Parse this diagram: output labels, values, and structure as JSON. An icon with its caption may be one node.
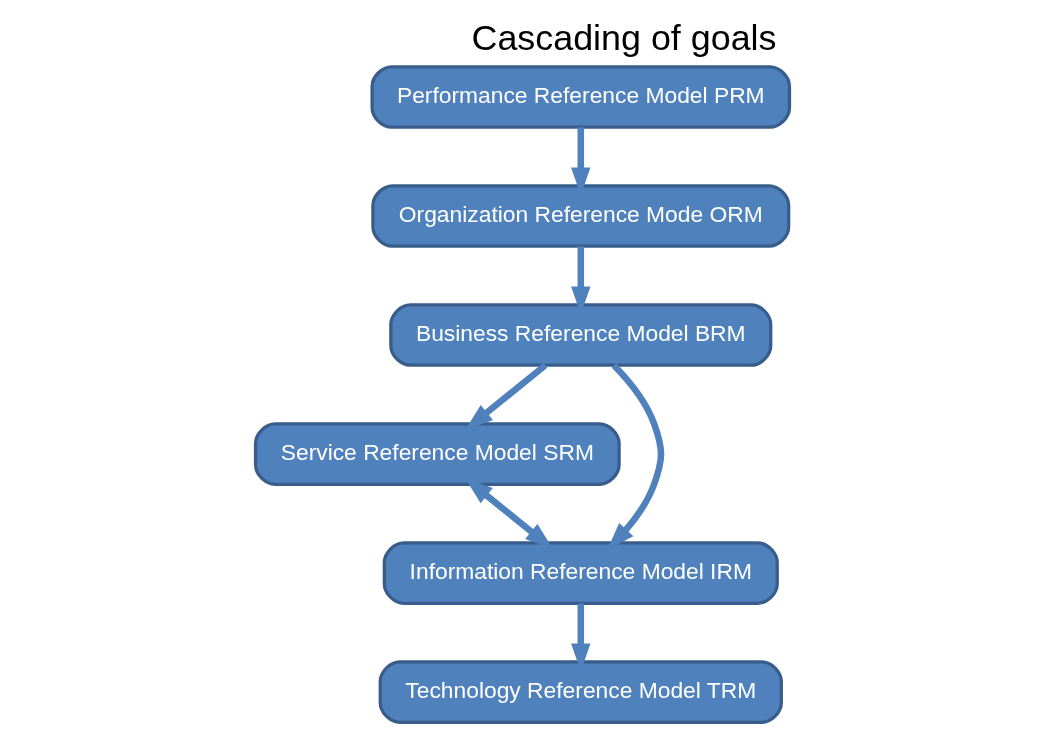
{
  "diagram": {
    "title": "Cascading of goals",
    "nodes": [
      {
        "text": [
          "Performance Reference Model PRM"
        ]
      },
      {
        "text": [
          "Organization Reference Mode ORM"
        ]
      },
      {
        "text": [
          "Business Reference Model BRM"
        ]
      },
      {
        "text": [
          "Service Reference Model SRM"
        ]
      },
      {
        "text": [
          "Information Reference Model IRM"
        ]
      },
      {
        "text": [
          "Technology Reference Model TRM"
        ]
      }
    ],
    "edges": [
      {
        "from": 0,
        "to": 1,
        "arrow": "to"
      },
      {
        "from": 1,
        "to": 2,
        "arrow": "to"
      },
      {
        "from": 2,
        "to": 3,
        "arrow": "to"
      },
      {
        "from": 2,
        "to": 4,
        "arrow": "to"
      },
      {
        "from": 3,
        "to": 4,
        "arrow": "both"
      },
      {
        "from": 4,
        "to": 5,
        "arrow": "to"
      }
    ]
  }
}
